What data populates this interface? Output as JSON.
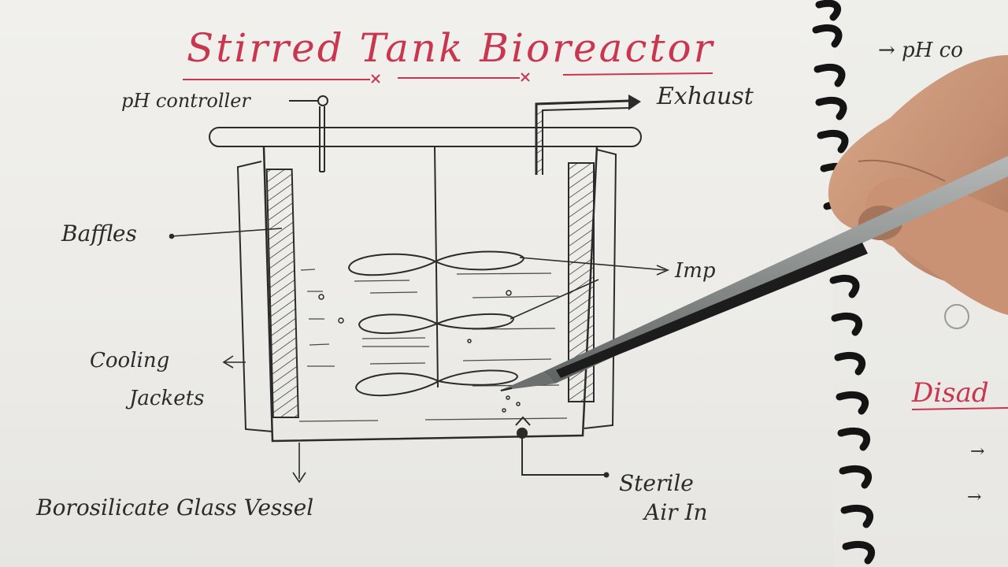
{
  "title": "Stirred Tank Bioreactor",
  "labels": {
    "ph_controller": "pH controller",
    "exhaust": "Exhaust",
    "baffles": "Baffles",
    "impeller": "Imp",
    "cooling": "Cooling",
    "jackets": "Jackets",
    "vessel": "Borosilicate Glass Vessel",
    "sterile": "Sterile",
    "air_in": "Air In"
  },
  "next_page": {
    "line1": "→ pH co",
    "heading": "Disad",
    "bullet": "→"
  },
  "colors": {
    "ink": "#2b2b2b",
    "title_red": "#c8364f",
    "paper": "#f1f0ec",
    "spiral": "#141414",
    "skin": "#c48f72",
    "pen_grey": "#8f9392"
  }
}
